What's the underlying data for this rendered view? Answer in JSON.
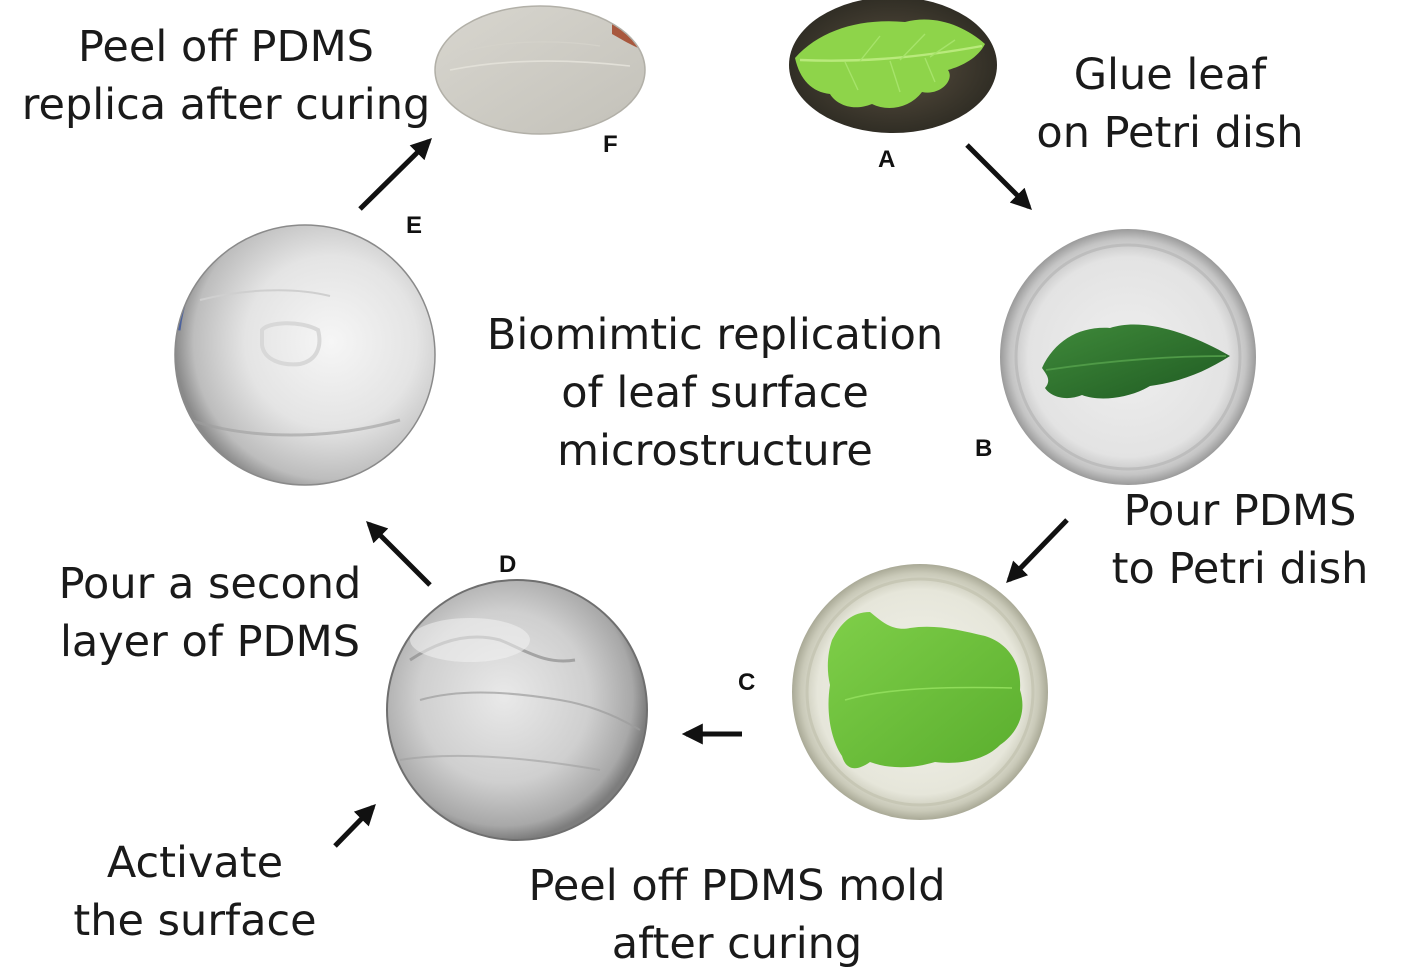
{
  "center_title": {
    "lines": [
      "Biomimtic replication",
      "of leaf surface",
      "microstructure"
    ]
  },
  "steps": [
    {
      "letter": "A",
      "caption_lines": [
        "Glue leaf",
        "on Petri dish"
      ]
    },
    {
      "letter": "B",
      "caption_lines": [
        "Pour PDMS",
        "to Petri dish"
      ]
    },
    {
      "letter": "C",
      "caption_lines": [
        "Peel off PDMS mold",
        "after curing"
      ]
    },
    {
      "letter": "D",
      "caption_lines": [
        "Pour a second",
        "layer of PDMS"
      ]
    },
    {
      "letter": "E",
      "caption_lines": [
        "Activate",
        "the surface"
      ]
    },
    {
      "letter": "F",
      "caption_lines": [
        "Peel off PDMS",
        "replica after curing"
      ]
    }
  ],
  "colors": {
    "leaf_fresh": "#8ed44a",
    "leaf_dark": "#2e6b2a",
    "leaf_mold": "#6cbf3a",
    "pdms_grey": "#c9c9c9",
    "dish_bg": "#dcdcdc",
    "arrow": "#111111"
  }
}
